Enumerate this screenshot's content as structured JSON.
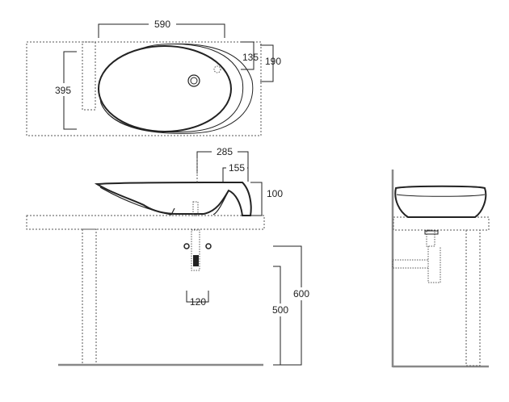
{
  "dimensions": {
    "top_width": "590",
    "top_depth": "395",
    "drain_offset": "135",
    "side_depth": "190",
    "plan_depth_285": "285",
    "plan_depth_155": "155",
    "basin_height": "100",
    "trap_spacing": "120",
    "floor_to_trap": "500",
    "floor_to_top": "600"
  },
  "colors": {
    "line": "#222222",
    "dashed": "#555555",
    "floor": "#888888"
  }
}
